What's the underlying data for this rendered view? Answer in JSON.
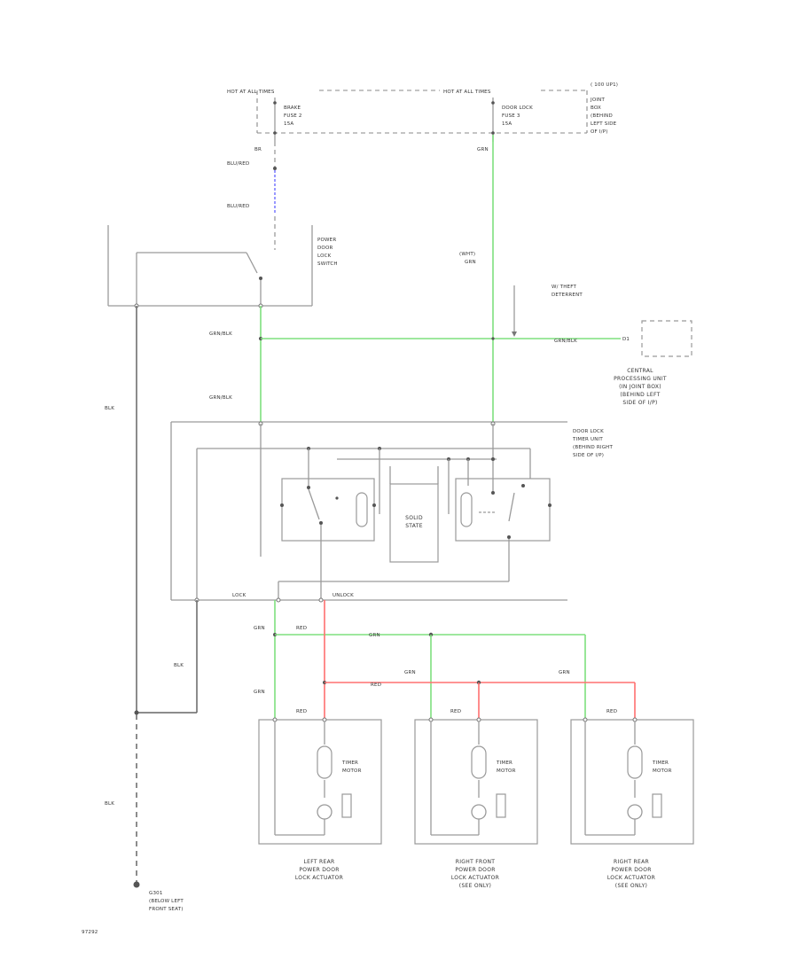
{
  "labels": {
    "hot_at_all_times": "HOT AT ALL TIMES",
    "hot_at_all_times_2": "HOT AT ALL TIMES",
    "fuse_panel_ref": "( 100 UP1)",
    "brake_fuse": [
      "BRAKE",
      "FUSE 2",
      "15A"
    ],
    "door_lock_fuse": [
      "DOOR LOCK",
      "FUSE 3",
      "15A"
    ],
    "fuse_block_loc": [
      "JOINT",
      "BOX",
      "(BEHIND",
      "LEFT SIDE",
      "OF I/P)"
    ],
    "wire_blu_red_1": "BLU/RED",
    "wire_blu_red_2": "BLU/RED",
    "wire_br_top": "BR",
    "wire_grn_top": "GRN",
    "switch_name": [
      "POWER",
      "DOOR",
      "LOCK",
      "SWITCH"
    ],
    "wire_wht_grn": [
      "(WHT)",
      "GRN"
    ],
    "anti_theft": [
      "W/ THEFT",
      "DETERRENT"
    ],
    "wire_grn_blk_1": "GRN/BLK",
    "wire_grn_blk_2": "GRN/BLK",
    "wire_grn_blk_3": "GRN/BLK",
    "central_unit": [
      "CENTRAL",
      "PROCESSING UNIT",
      "(IN JOINT BOX)",
      "(BEHIND LEFT",
      "SIDE OF I/P)"
    ],
    "timer_unit": [
      "DOOR LOCK",
      "TIMER UNIT",
      "(BEHIND RIGHT",
      "SIDE OF I/P)"
    ],
    "solid_state": [
      "SOLID",
      "STATE"
    ],
    "wire_blk_1": "BLK",
    "wire_blk_2": "BLK",
    "wire_blk_3": "BLK",
    "lock_label": "LOCK",
    "unlock_label": "UNLOCK",
    "wire_grn_a": "GRN",
    "wire_red_a": "RED",
    "wire_grn_b": "GRN",
    "wire_grn_c": "GRN",
    "wire_red_b": "RED",
    "wire_grn_d": "GRN",
    "wire_grn_e": "GRN",
    "wire_red_c": "RED",
    "wire_red_d": "RED",
    "wire_red_e": "RED",
    "timer_motor_1": [
      "TIMER",
      "MOTOR"
    ],
    "timer_motor_2": [
      "TIMER",
      "MOTOR"
    ],
    "timer_motor_3": [
      "TIMER",
      "MOTOR"
    ],
    "actuator_lr": [
      "LEFT REAR",
      "POWER DOOR",
      "LOCK ACTUATOR"
    ],
    "actuator_rf": [
      "RIGHT FRONT",
      "POWER DOOR",
      "LOCK ACTUATOR",
      "(SEE ONLY)"
    ],
    "actuator_rr": [
      "RIGHT REAR",
      "POWER DOOR",
      "LOCK ACTUATOR",
      "(SEE ONLY)"
    ],
    "ground": [
      "G301",
      "(BELOW LEFT",
      "FRONT SEAT)"
    ],
    "fig_id": "97292"
  },
  "colors": {
    "green_wire": "#7fe07f",
    "red_wire": "#ff7070",
    "blue_wire": "#6d6dff",
    "wire": "#9a9a9a"
  }
}
